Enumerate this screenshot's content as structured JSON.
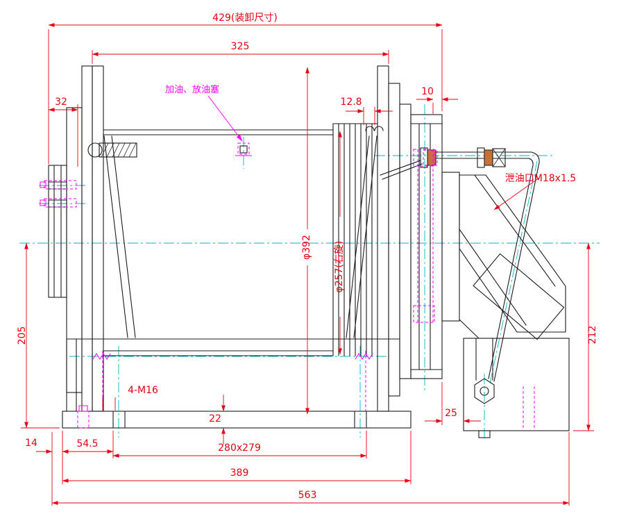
{
  "drawing": {
    "background": "#ffffff",
    "colors": {
      "outline": "#1a1a1a",
      "dimension": "#e60012",
      "centerline": "#00b6c9",
      "hidden_detail": "#ff00ff",
      "fitting_fill": "#c87137"
    },
    "dims": {
      "overall_top": "429(装卸尺寸)",
      "drum_width": "325",
      "left_offset": "32",
      "groove_pitch": "12.8",
      "flange_gap": "10",
      "flange_dia": "φ392",
      "drum_dia": "φ257(右旋)",
      "height_left": "205",
      "height_right": "212",
      "base_holes": "4-M16",
      "plate_thk": "22",
      "bracket_offset": "25",
      "edge_offset": "14",
      "hole_offset": "54.5",
      "hole_pattern": "280x279",
      "base_len": "389",
      "overall_len": "563"
    },
    "labels": {
      "oil_plug": "加油、放油塞",
      "drain_port": "泄油口M18x1.5"
    }
  }
}
